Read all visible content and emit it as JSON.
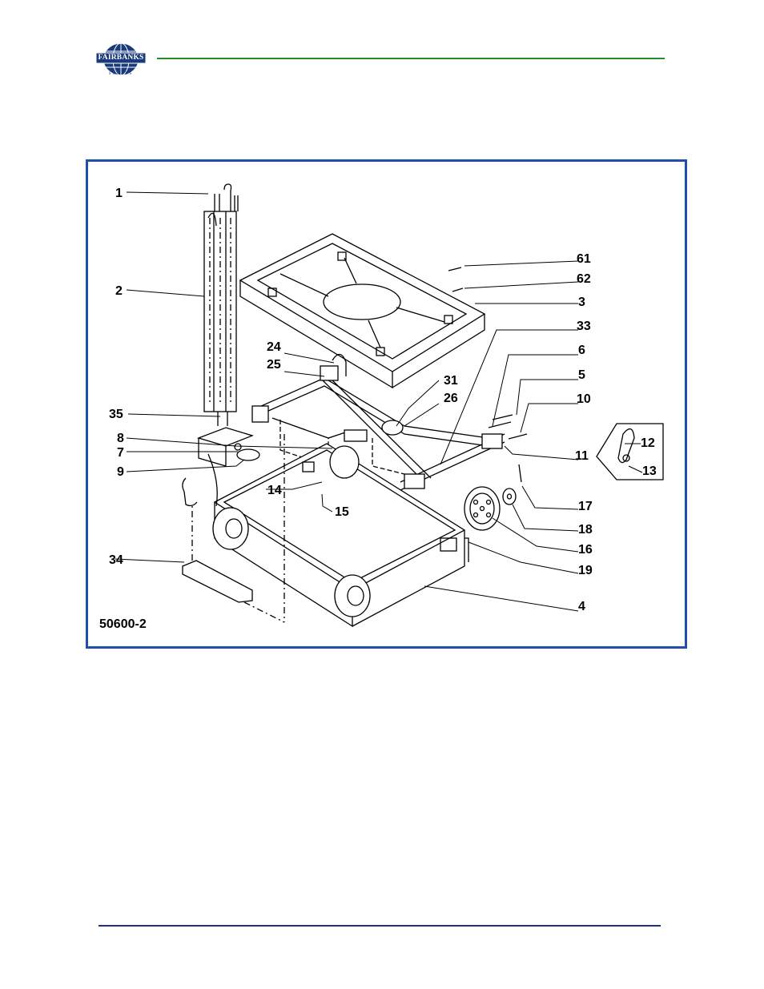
{
  "header": {
    "logo_word": "FAIRBANKS",
    "logo_subword": "SCALES",
    "accent_color": "#2b8a2b",
    "logo_color": "#1a3a7a"
  },
  "diagram": {
    "figure_id": "50600-2",
    "frame_color": "#1f4fa8",
    "callouts": [
      "1",
      "2",
      "3",
      "4",
      "5",
      "6",
      "7",
      "8",
      "9",
      "10",
      "11",
      "12",
      "13",
      "14",
      "15",
      "16",
      "17",
      "18",
      "19",
      "24",
      "25",
      "26",
      "31",
      "33",
      "34",
      "35",
      "61",
      "62"
    ]
  },
  "footer": {
    "rule_color": "#1f2f8f"
  }
}
